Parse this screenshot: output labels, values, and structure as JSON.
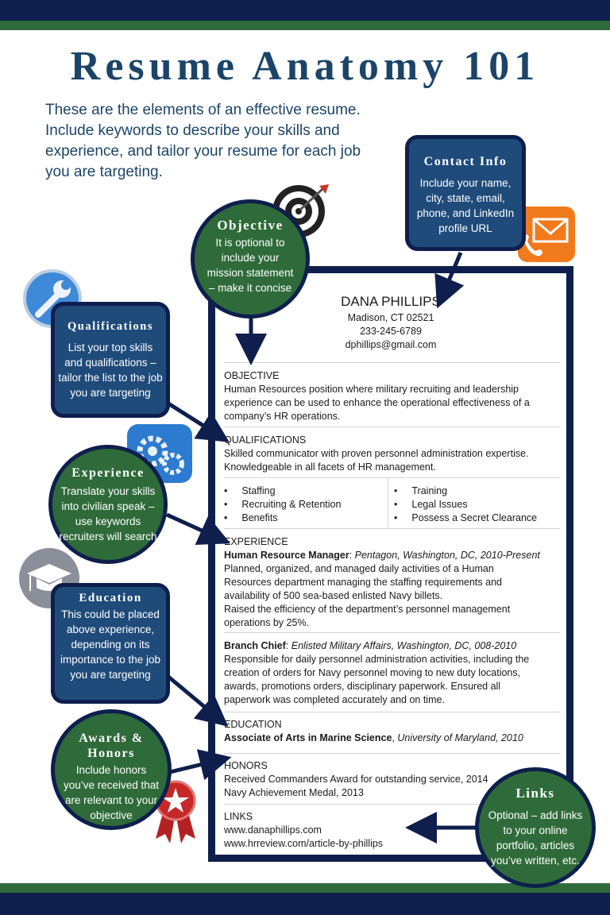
{
  "title": "Resume Anatomy 101",
  "intro": "These are the elements of an effective resume. Include keywords to describe your skills and experience, and tailor your resume for each job you are targeting.",
  "callouts": {
    "contact": {
      "heading": "Contact Info",
      "body": "Include your name, city, state, email, phone, and LinkedIn profile URL"
    },
    "objective": {
      "heading": "Objective",
      "body": "It is optional to include your mission statement – make it concise"
    },
    "qualifications": {
      "heading": "Qualifications",
      "body": "List your top skills and qualifications – tailor the list  to the job you are targeting"
    },
    "experience": {
      "heading": "Experience",
      "body": "Translate your skills into civilian speak – use keywords recruiters will search"
    },
    "education": {
      "heading": "Education",
      "body": "This could be placed above experience, depending on its importance to the job you are targeting"
    },
    "awards": {
      "heading": "Awards & Honors",
      "body": "Include honors you’ve received that are relevant to your objective"
    },
    "links": {
      "heading": "Links",
      "body": "Optional – add links to your online portfolio, articles you’ve written, etc."
    }
  },
  "resume": {
    "name": "DANA PHILLIPS",
    "city": "Madison, CT 02521",
    "phone": "233-245-6789",
    "email": "dphillips@gmail.com",
    "objective": {
      "heading": "OBJECTIVE",
      "lines": [
        "Human Resources position where military recruiting and leadership",
        "experience can be used to enhance the operational effectiveness of a",
        "company’s HR operations."
      ]
    },
    "qualifications": {
      "heading": "QUALIFICATIONS",
      "lines": [
        "Skilled communicator with proven personnel administration expertise.",
        "Knowledgeable in all facets of HR management."
      ],
      "skills_left": [
        "Staffing",
        "Recruiting & Retention",
        "Benefits"
      ],
      "skills_right": [
        "Training",
        "Legal Issues",
        "Possess a Secret Clearance"
      ]
    },
    "experience": {
      "heading": "EXPERIENCE",
      "job1_title": "Human Resource Manager",
      "job1_sep": ": ",
      "job1_place": "Pentagon, Washington, DC, 2010-Present",
      "job1_lines": [
        "Planned, organized, and managed daily activities of a Human",
        "Resources department managing the staffing requirements and",
        "availability of 500 sea-based enlisted Navy billets.",
        "Raised the efficiency of the department’s personnel management",
        "operations by 25%."
      ],
      "job2_title": "Branch Chief",
      "job2_sep": ": ",
      "job2_place": "Enlisted Military Affairs, Washington, DC, 008-2010",
      "job2_lines": [
        "Responsible for daily personnel administration activities, including the",
        "creation of orders for Navy personnel moving to new duty locations,",
        "awards, promotions orders, disciplinary paperwork. Ensured all",
        "paperwork was completed accurately and on time."
      ]
    },
    "education": {
      "heading": "EDUCATION",
      "degree": "Associate of Arts in Marine Science",
      "sep": ", ",
      "school": "University of Maryland, 2010"
    },
    "honors": {
      "heading": "HONORS",
      "lines": [
        "Received Commanders Award for outstanding service, 2014",
        "Navy Achievement Medal, 2013"
      ]
    },
    "links": {
      "heading": "LINKS",
      "lines": [
        "www.danaphillips.com",
        "www.hrreview.com/article-by-phillips"
      ]
    }
  },
  "bullet": "•",
  "icons": [
    "target-icon",
    "wrench-icon",
    "gears-icon",
    "graduation-cap-icon",
    "award-ribbon-icon",
    "phone-mail-icon"
  ],
  "colors": {
    "navy": "#0e1f4d",
    "blue": "#1f4b7a",
    "green": "#2f6b3a",
    "title": "#1c4468"
  }
}
